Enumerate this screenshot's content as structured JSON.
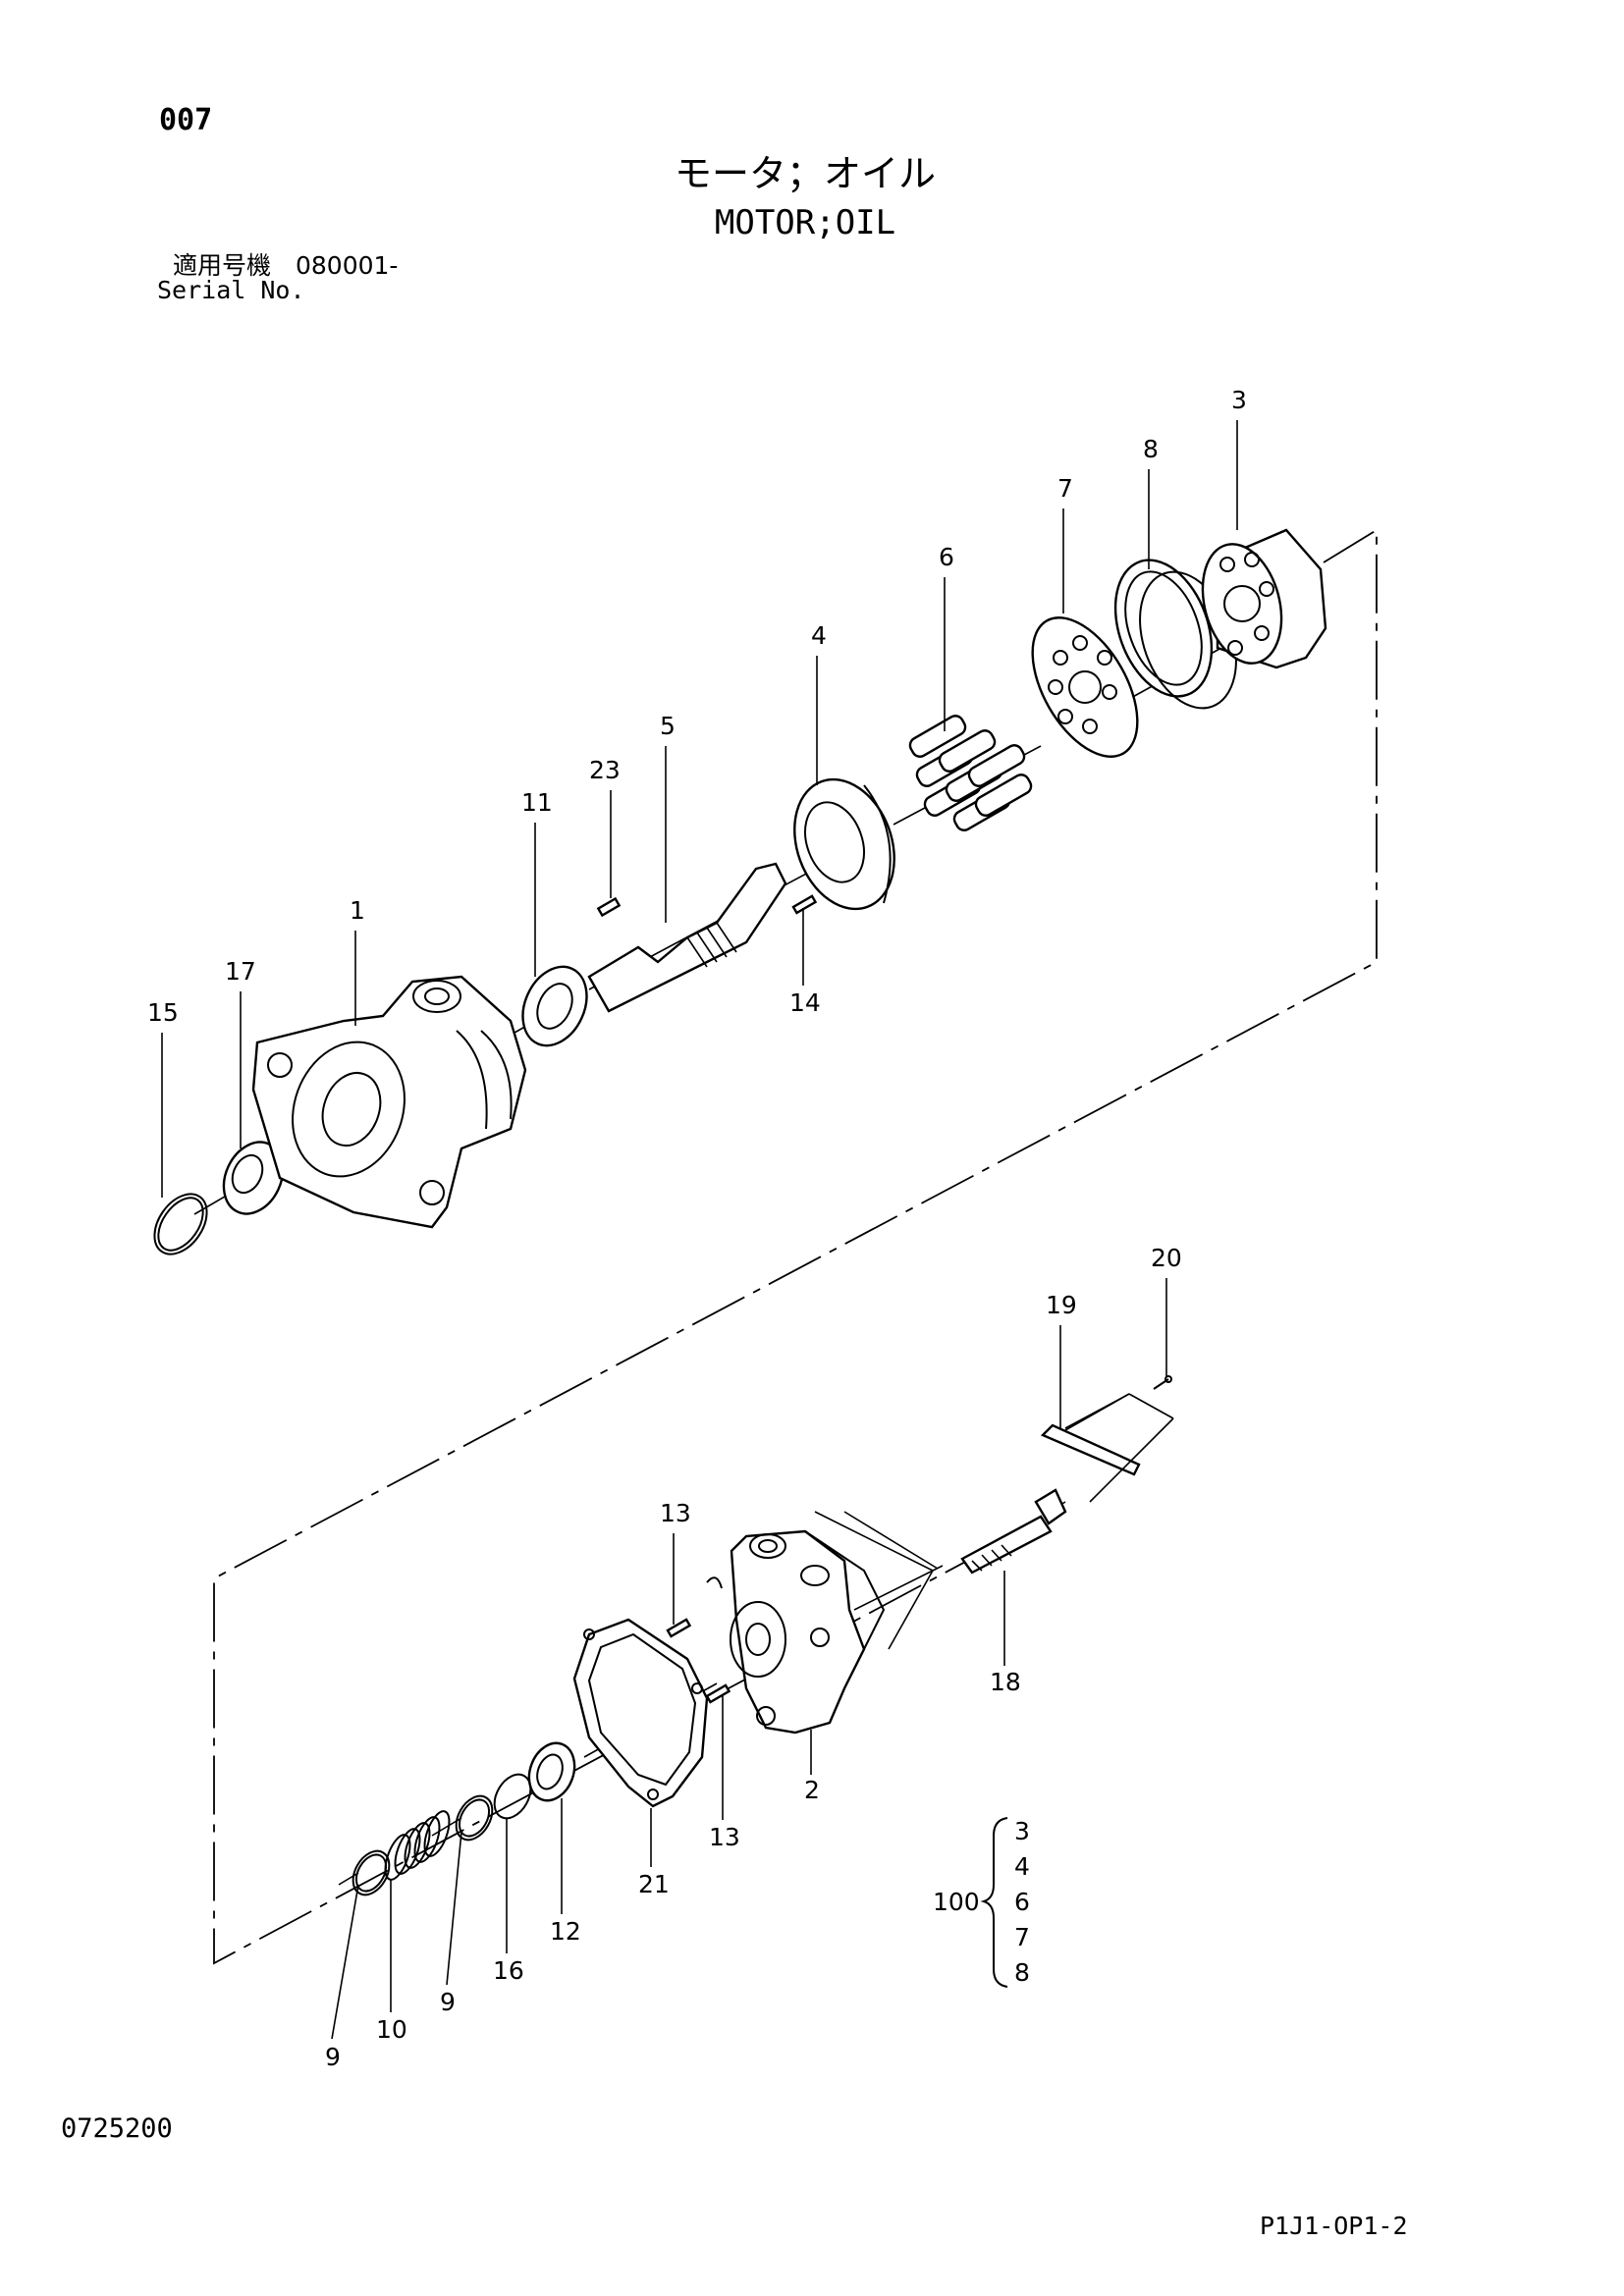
{
  "header": {
    "page_number": "007",
    "title_jp": "モータ；オイル",
    "title_en": "MOTOR;OIL",
    "serial_label_jp": "適用号機　080001-",
    "serial_label_en": "Serial No."
  },
  "footer": {
    "doc_code": "0725200",
    "page_ref": "P1J1-OP1-2"
  },
  "callouts": {
    "c1": "1",
    "c2": "2",
    "c3": "3",
    "c4": "4",
    "c5": "5",
    "c6": "6",
    "c7": "7",
    "c8": "8",
    "c9a": "9",
    "c9b": "9",
    "c10": "10",
    "c11": "11",
    "c12": "12",
    "c13a": "13",
    "c13b": "13",
    "c14": "14",
    "c15": "15",
    "c16": "16",
    "c17": "17",
    "c18": "18",
    "c19": "19",
    "c20": "20",
    "c21": "21",
    "c23": "23"
  },
  "kit": {
    "label": "100",
    "items": [
      "3",
      "4",
      "6",
      "7",
      "8"
    ]
  }
}
